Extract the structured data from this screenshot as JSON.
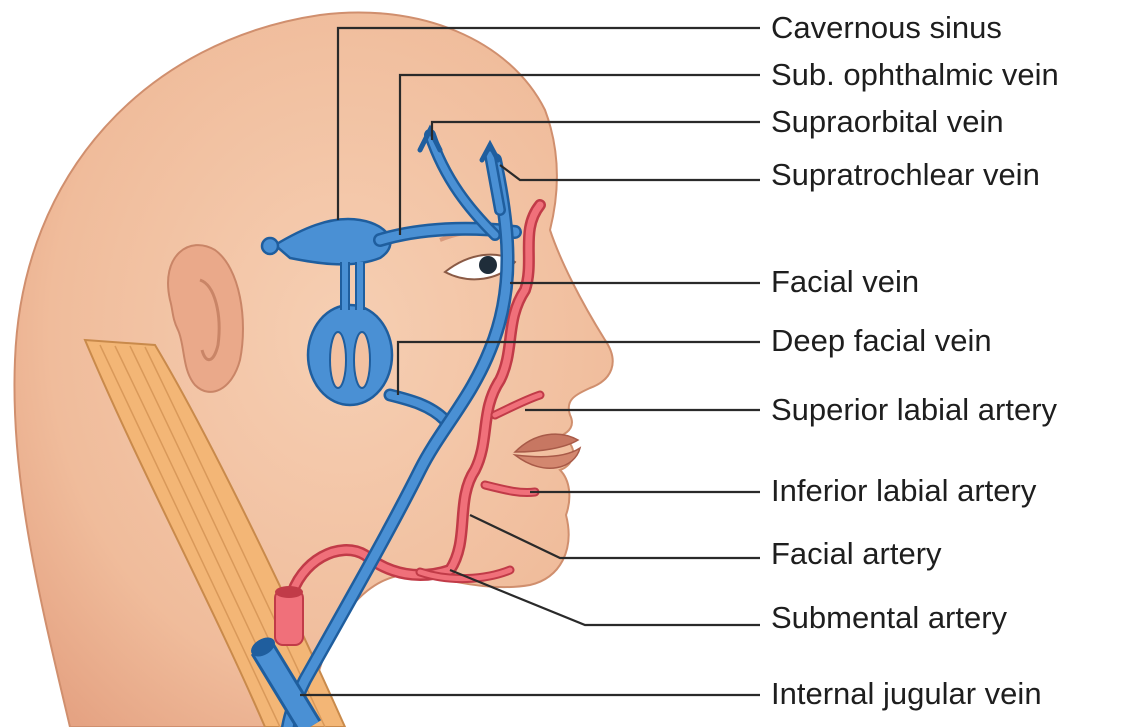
{
  "colors": {
    "skin": "#f2c1a1",
    "skin_shade": "#e8a887",
    "vein": "#4a90d4",
    "vein_outline": "#1f5e9e",
    "artery": "#f0707a",
    "artery_outline": "#c13b48",
    "muscle": "#f0b070",
    "leader": "#2a2a2a"
  },
  "labels": [
    {
      "key": "cavernous_sinus",
      "text": "Cavernous sinus"
    },
    {
      "key": "sup_ophthalmic_vein",
      "text": "Sub. ophthalmic vein"
    },
    {
      "key": "supraorbital_vein",
      "text": "Supraorbital vein"
    },
    {
      "key": "supratrochlear_vein",
      "text": "Supratrochlear vein"
    },
    {
      "key": "facial_vein",
      "text": "Facial vein"
    },
    {
      "key": "deep_facial_vein",
      "text": "Deep facial vein"
    },
    {
      "key": "superior_labial_artery",
      "text": "Superior labial artery"
    },
    {
      "key": "inferior_labial_artery",
      "text": "Inferior labial artery"
    },
    {
      "key": "facial_artery",
      "text": "Facial artery"
    },
    {
      "key": "submental_artery",
      "text": "Submental artery"
    },
    {
      "key": "internal_jugular_vein",
      "text": "Internal jugular vein"
    }
  ]
}
